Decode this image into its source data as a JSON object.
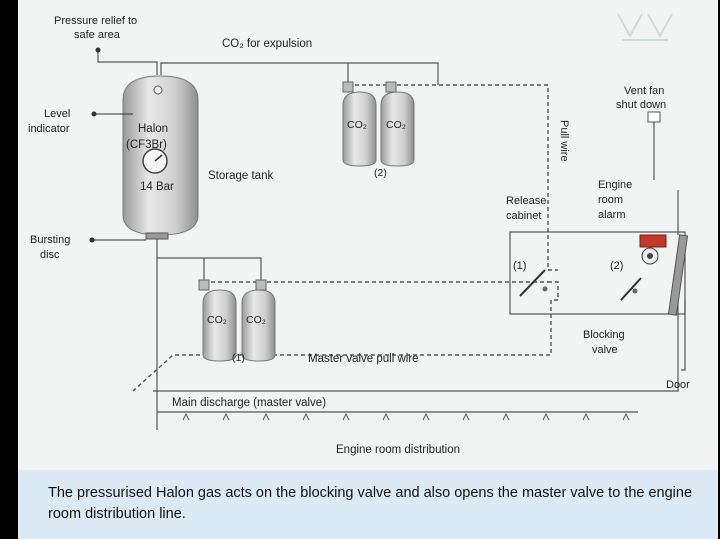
{
  "labels": {
    "pressure_relief": [
      "Pressure relief to",
      "safe area"
    ],
    "co2_expulsion": "CO₂ for expulsion",
    "level_indicator": [
      "Level",
      "indicator"
    ],
    "halon": [
      "Halon",
      "(CF3Br)"
    ],
    "storage_tank": "Storage tank",
    "tank_pressure": "14 Bar",
    "bursting_disc": [
      "Bursting",
      "disc"
    ],
    "co2": "CO₂",
    "bottle_group_2": "(2)",
    "bottle_group_1": "(1)",
    "pull_wire": "Pull wire",
    "vent_fan": [
      "Vent fan",
      "shut down"
    ],
    "engine_room_alarm": [
      "Engine",
      "room",
      "alarm"
    ],
    "release_cabinet": [
      "Release",
      "cabinet"
    ],
    "cabinet_lever_1": "(1)",
    "cabinet_lever_2": "(2)",
    "blocking_valve": [
      "Blocking",
      "valve"
    ],
    "door": "Door",
    "master_valve_pull_wire": "Master valve pull wire",
    "main_discharge": "Main discharge (master valve)",
    "distribution": "Engine room distribution"
  },
  "caption": "The pressurised Halon gas acts on the blocking valve and also opens the master valve to the engine room distribution line."
}
